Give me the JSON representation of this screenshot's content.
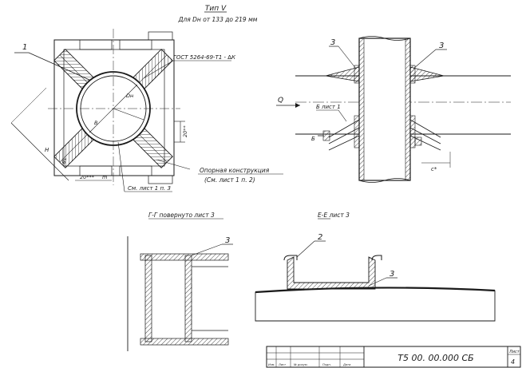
{
  "header": {
    "type_label": "Тип V",
    "range_label": "Для Dн от 133 до 219 мм"
  },
  "plan_view": {
    "callout_1": "1",
    "gost_label": "ГОСТ 5264-69-Т1 - ∆К",
    "dim_dn": "Dн",
    "dim_b": "В",
    "dim_h": "Н",
    "dim_bstar": "В*",
    "dim_20_right": "20**",
    "dim_20_bottom": "20***",
    "dim_m": "m",
    "support_label_line1": "Опорная конструкция",
    "support_label_line2": "(См. лист 1 п. 2)",
    "see_sheet": "См. лист 1 п. 3"
  },
  "side_view": {
    "callout_3_left": "3",
    "callout_3_right": "3",
    "flow_label": "Q",
    "section_b_label": "Б лист 1",
    "section_b_small": "Б",
    "dim_c": "с*"
  },
  "section_gg": {
    "title": "Г-Г повернуто лист 3",
    "callout_3": "3"
  },
  "section_ee": {
    "title": "Е-Е лист 3",
    "callout_2": "2",
    "callout_3": "3"
  },
  "title_block": {
    "designation": "Т5 00. 00.000 СБ",
    "sheet_label": "Лист",
    "sheet_number": "4",
    "col_1": "Изм.",
    "col_2": "Лист",
    "col_3": "№ докум.",
    "col_4": "Подп.",
    "col_5": "Дата"
  }
}
